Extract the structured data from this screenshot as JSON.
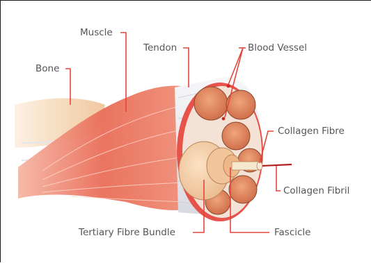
{
  "labels": {
    "bone": "Bone",
    "muscle": "Muscle",
    "tendon": "Tendon",
    "blood_vessel": "Blood Vessel",
    "collagen_fibre": "Collagen Fibre",
    "collagen_fibril": "Collagen Fibril",
    "fascicle": "Fascicle",
    "tertiary_fibre_bundle": "Tertiary Fibre Bundle"
  },
  "colors": {
    "leader_line": "#e2463b",
    "label_text": "#555555",
    "muscle": "#e8705c",
    "tendon_sheath": "#e9e9ec",
    "bone": "#f6d9b8",
    "fascicle": "#e08a60",
    "tertiary_bundle": "#f3cfa5"
  }
}
